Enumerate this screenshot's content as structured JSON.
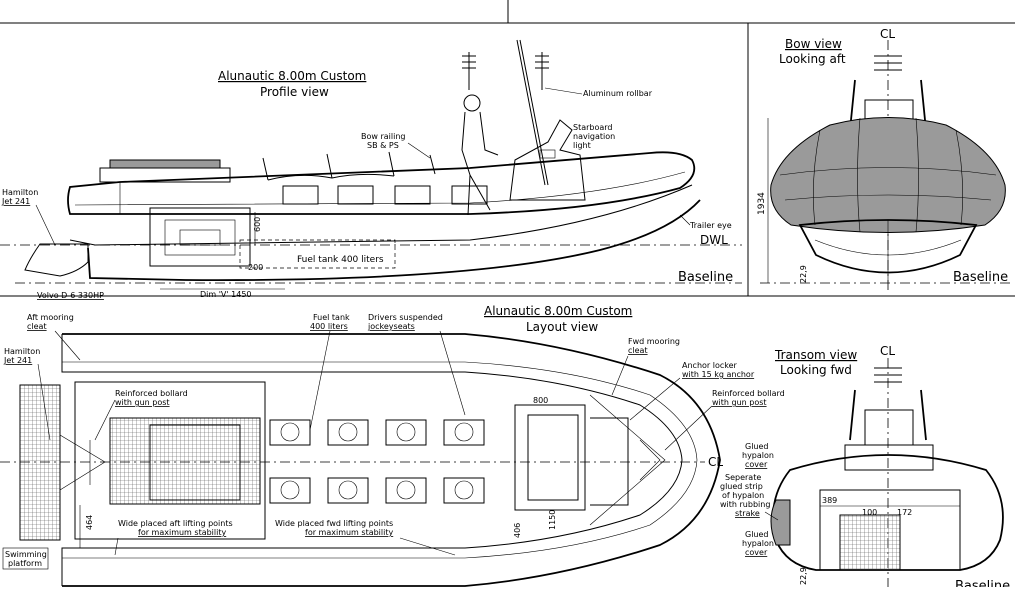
{
  "profile": {
    "title": "Alunautic 8.00m Custom",
    "subtitle": "Profile view",
    "labels": {
      "rollbar": "Aluminum rollbar",
      "railing1": "Bow railing",
      "railing2": "SB & PS",
      "nav1": "Starboard",
      "nav2": "navigation",
      "nav3": "light",
      "jet1": "Hamilton",
      "jet2": "Jet 241",
      "trailer": "Trailer eye",
      "dwl": "DWL",
      "baseline": "Baseline",
      "fuel": "Fuel tank 400 liters",
      "engine": "Volvo D-6 330HP",
      "dim": "Dim 'V' 1450",
      "d600": "600",
      "d200": "200"
    }
  },
  "bow": {
    "title": "Bow view",
    "subtitle": "Looking aft",
    "cl": "CL",
    "height": "1934",
    "d229": "22,9",
    "baseline": "Baseline"
  },
  "layout": {
    "title": "Alunautic 8.00m Custom",
    "subtitle": "Layout view",
    "labels": {
      "aft1": "Aft mooring",
      "aft2": "cleat",
      "jet1": "Hamilton",
      "jet2": "Jet 241",
      "fuel1": "Fuel tank",
      "fuel2": "400 liters",
      "seats1": "Drivers suspended",
      "seats2": "jockeyseats",
      "fwdm1": "Fwd mooring",
      "fwdm2": "cleat",
      "anchor1": "Anchor locker",
      "anchor2": "with 15 kg anchor",
      "bollardR1": "Reinforced bollard",
      "bollardR2": "with gun post",
      "bollardL1": "Reinforced bollard",
      "bollardL2": "with gun post",
      "lift1a": "Wide placed aft lifting points",
      "lift1b": "for maximum stability",
      "lift2a": "Wide placed fwd lifting points",
      "lift2b": "for maximum stability",
      "swim1": "Swimming",
      "swim2": "platform",
      "cl": "CL",
      "d800": "800",
      "d406": "406",
      "d1150": "1150",
      "d464": "464"
    }
  },
  "transom": {
    "title": "Transom view",
    "subtitle": "Looking fwd",
    "cl": "CL",
    "glued1": "Glued",
    "glued2": "hypalon",
    "glued3": "cover",
    "sep1": "Seperate",
    "sep2": "glued strip",
    "sep3": "of hypalon",
    "sep4": "with rubbing",
    "sep5": "strake",
    "g2a": "Glued",
    "g2b": "hypalon",
    "g2c": "cover",
    "d389": "389",
    "d100": "100",
    "d172": "172",
    "d229": "22,9",
    "baseline": "Baseline"
  }
}
